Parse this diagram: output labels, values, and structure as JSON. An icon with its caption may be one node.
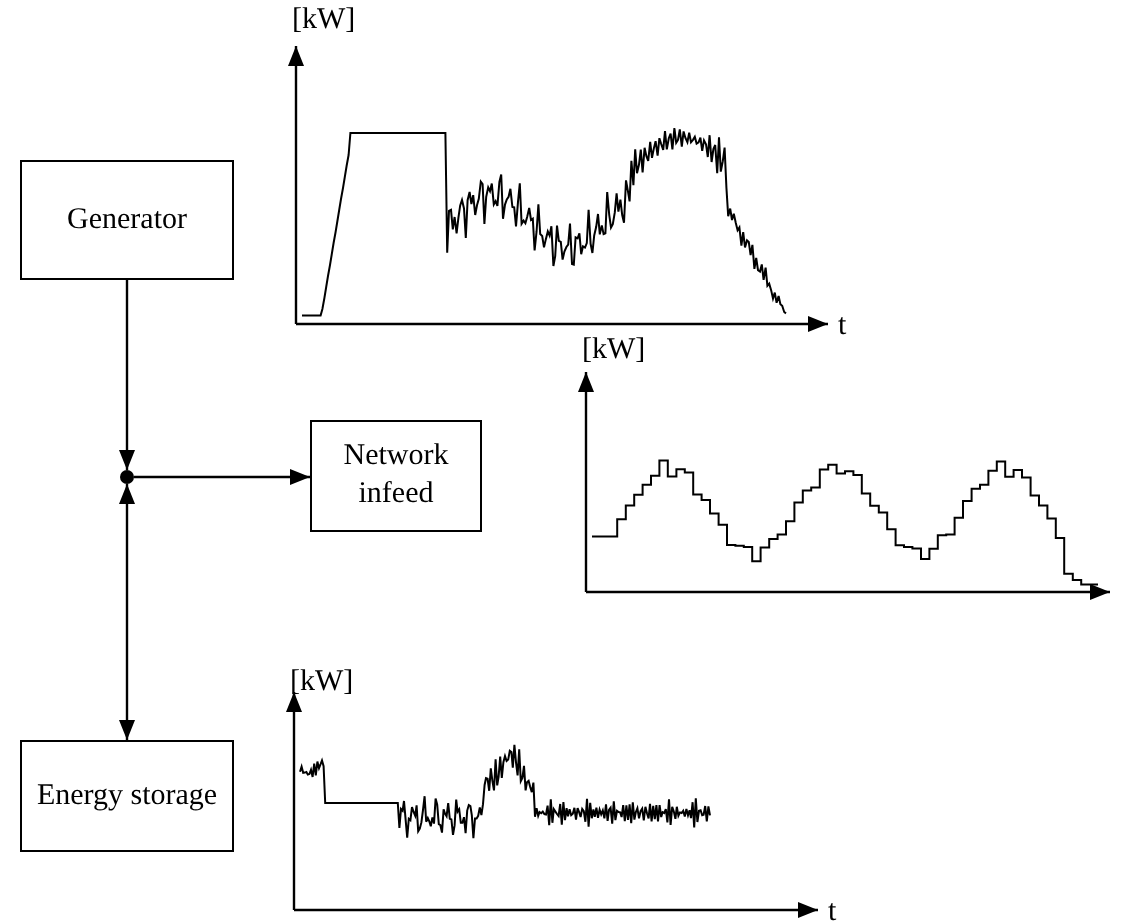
{
  "diagram": {
    "nodes": [
      {
        "text": [
          "Generator"
        ]
      },
      {
        "text": [],
        "shape": "circle"
      },
      {
        "text": [
          "Network infeed"
        ]
      },
      {
        "text": [
          "Energy storage"
        ]
      }
    ],
    "edges": [
      {
        "from": 0,
        "to": 1,
        "arrow": "to"
      },
      {
        "from": 1,
        "to": 2,
        "arrow": "to"
      },
      {
        "from": 1,
        "to": 3,
        "arrow": "both"
      }
    ],
    "labels": [
      "[kW]",
      "t",
      "[kW]",
      "[kW]",
      "t"
    ]
  }
}
